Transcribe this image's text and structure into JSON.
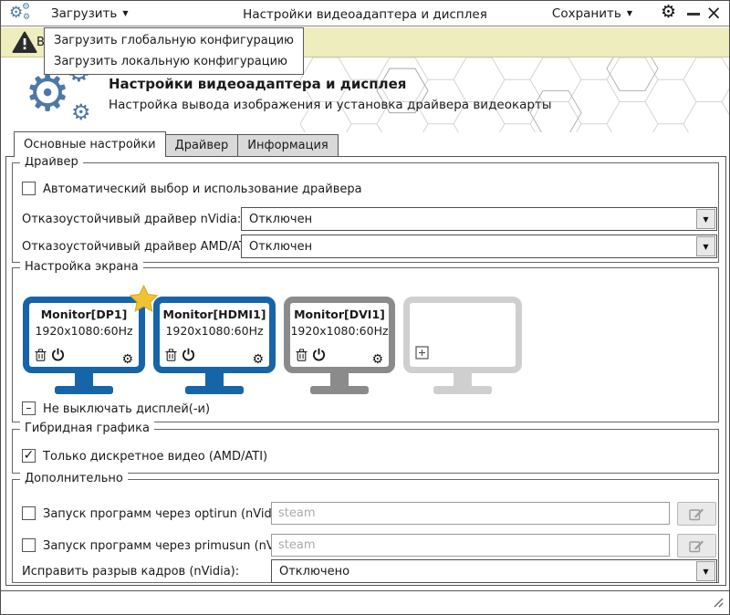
{
  "colors": {
    "accent-blue": "#1565a8",
    "gear-blue": "#4d78a8",
    "monitor-gray": "#8b8b8b",
    "monitor-light": "#cfcfcf",
    "star-gold": "#f1c232",
    "warning-bg": "#eeedbd"
  },
  "icons": {
    "gear": "⚙",
    "dropdown-arrow": "▼",
    "menu-caret": "▼",
    "check": "✓",
    "indeterminate": "–",
    "close": "×",
    "trash": "svg-trash-can",
    "power": "svg-power-symbol",
    "add-monitor": "svg-squared-plus",
    "edit": "svg-pencil",
    "warning": "svg-warning-triangle",
    "primary-star": "svg-gold-star",
    "resize-grip": "svg-diagonal-lines"
  },
  "titlebar": {
    "load_label": "Загрузить",
    "title": "Настройки видеоадаптера и дисплея",
    "save_label": "Сохранить"
  },
  "load_menu": {
    "items": [
      "Загрузить глобальную конфигурацию",
      "Загрузить локальную конфигурацию"
    ]
  },
  "warning": {
    "visible_text": "В"
  },
  "header": {
    "title": "Настройки видеоадаптера и дисплея",
    "subtitle": "Настройка вывода изображения и установка драйвера видеокарты"
  },
  "tabs": {
    "main": "Основные настройки",
    "driver": "Драйвер",
    "info": "Информация"
  },
  "driver_group": {
    "legend": "Драйвер",
    "auto_label": "Автоматический выбор и использование драйвера",
    "nvidia_label": "Отказоустойчивый драйвер nVidia:",
    "nvidia_value": "Отключен",
    "amd_label": "Отказоустойчивый драйвер AMD/ATI:",
    "amd_value": "Отключен"
  },
  "screen_group": {
    "legend": "Настройка экрана",
    "monitors": [
      {
        "name": "Monitor[DP1]",
        "resolution": "1920x1080:60Hz",
        "primary": true,
        "state": "active"
      },
      {
        "name": "Monitor[HDMI1]",
        "resolution": "1920x1080:60Hz",
        "primary": false,
        "state": "active"
      },
      {
        "name": "Monitor[DVI1]",
        "resolution": "1920x1080:60Hz",
        "primary": false,
        "state": "inactive"
      },
      {
        "name": "",
        "resolution": "",
        "primary": false,
        "state": "empty"
      }
    ],
    "keep_on_label": "Не выключать дисплей(-и)"
  },
  "hybrid_group": {
    "legend": "Гибридная графика",
    "discrete_label": "Только дискретное видео (AMD/ATI)"
  },
  "extra_group": {
    "legend": "Дополнительно",
    "optirun_label": "Запуск программ через optirun (nVidia):",
    "optirun_placeholder": "steam",
    "primusun_label": "Запуск программ через primusun (nVidia):",
    "primusun_placeholder": "steam",
    "tearfix_label": "Исправить разрыв кадров (nVidia):",
    "tearfix_value": "Отключено"
  }
}
